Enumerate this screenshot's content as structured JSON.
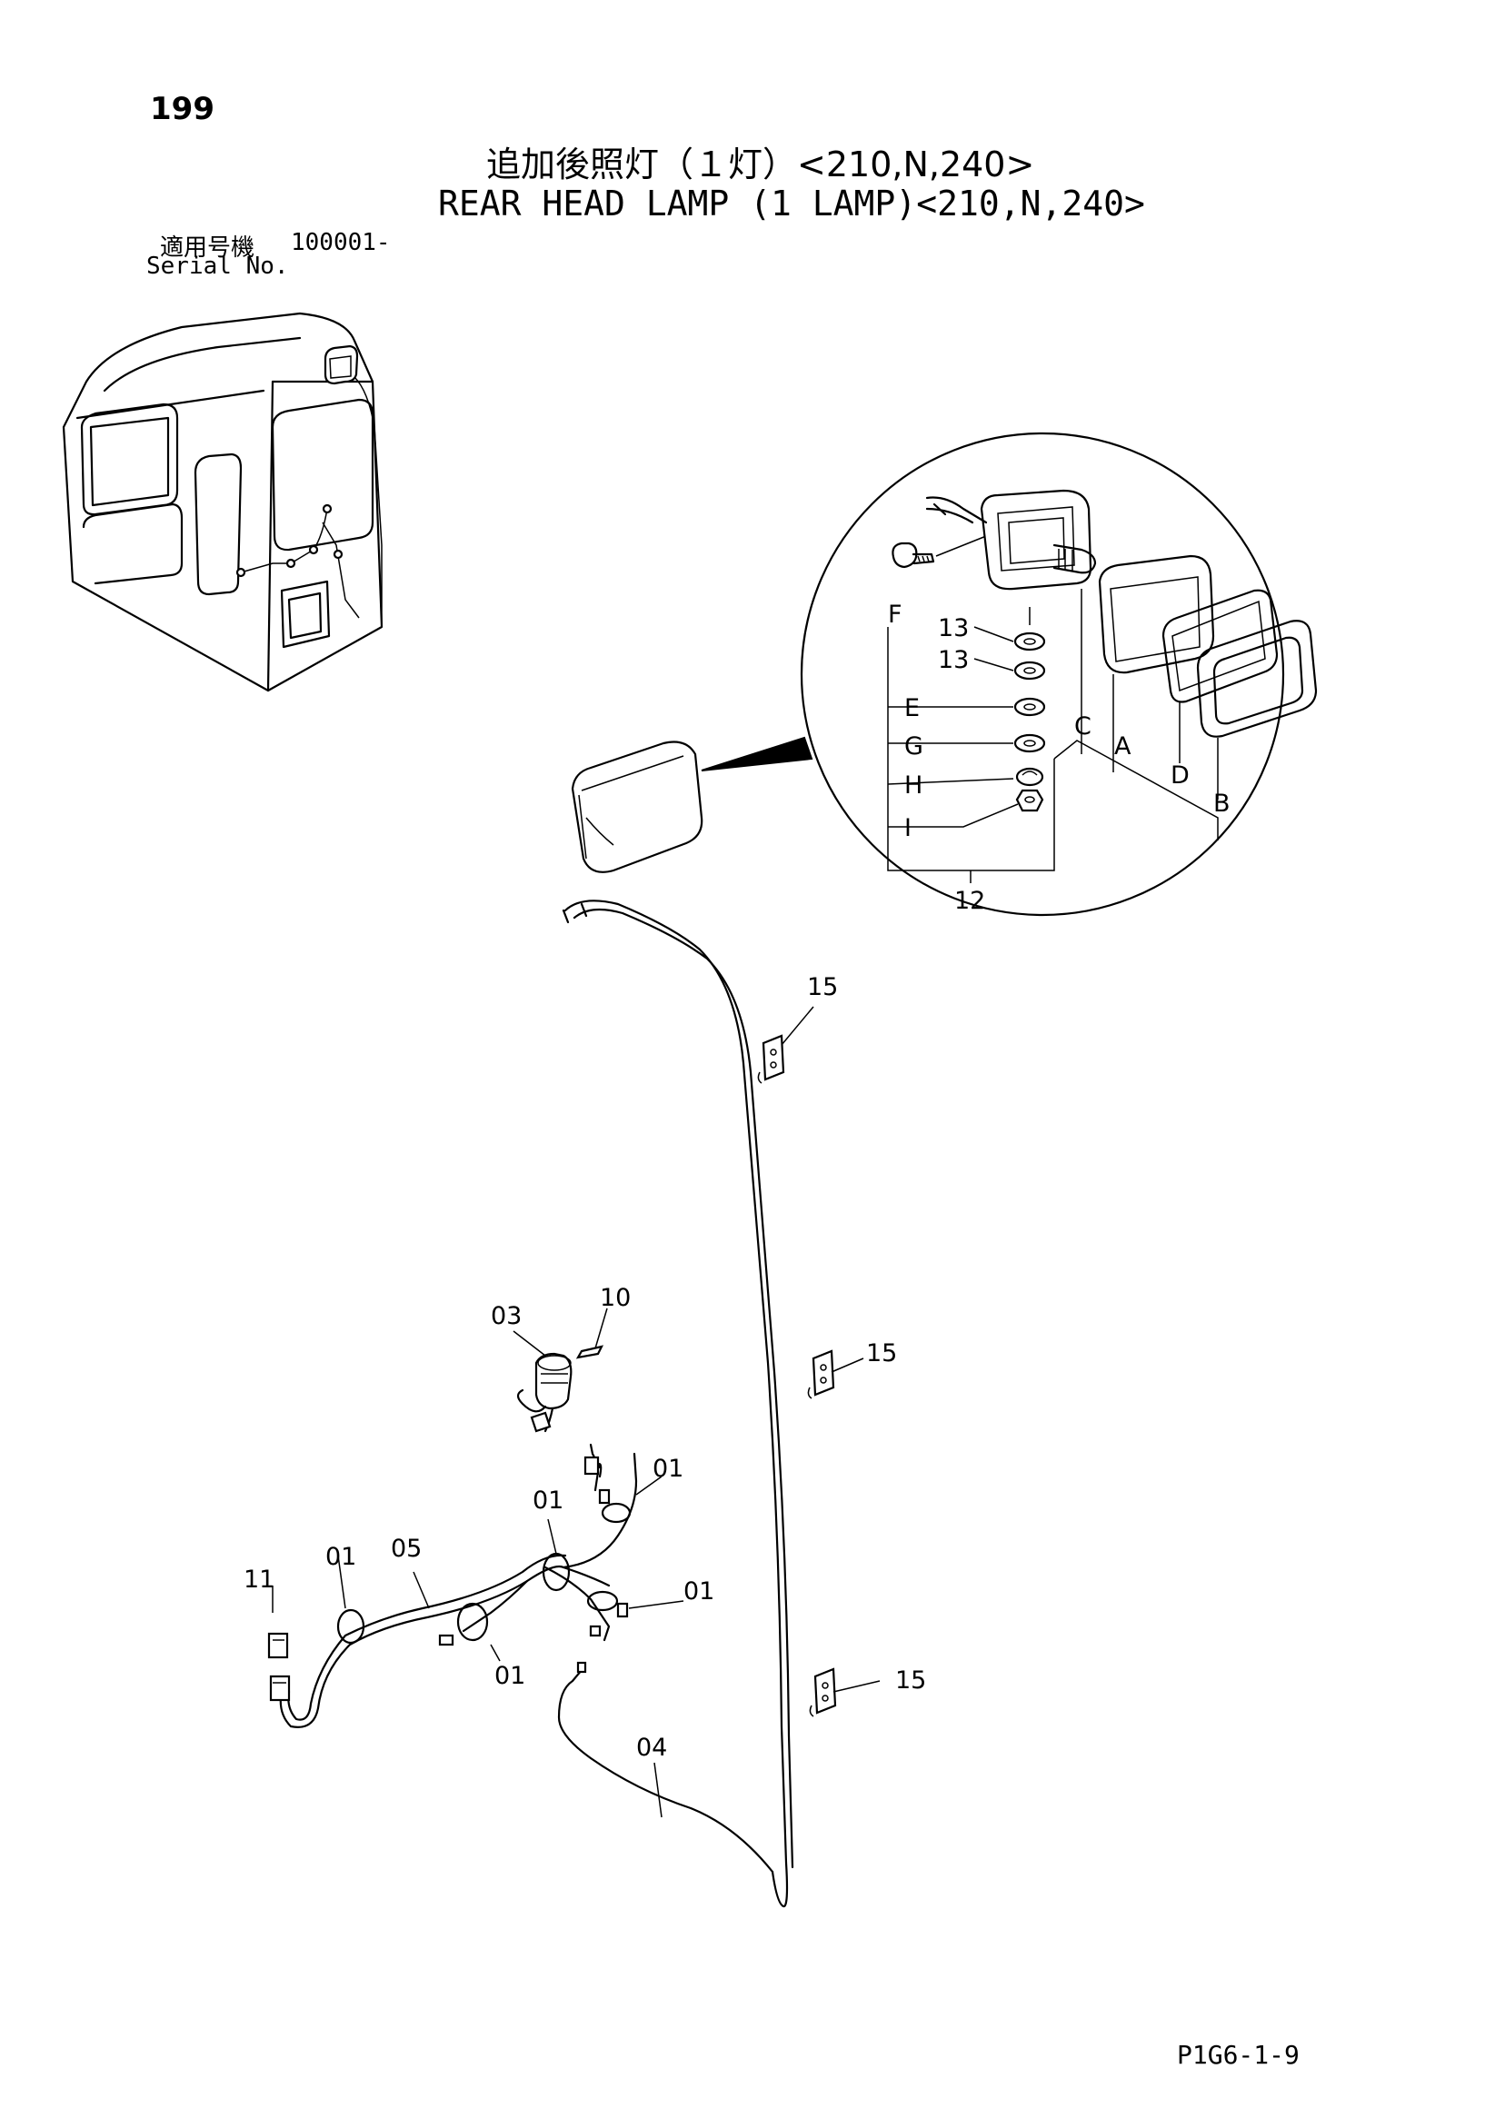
{
  "page_number": "199",
  "title_ja": "追加後照灯（１灯）<210,N,240>",
  "title_en": "REAR HEAD LAMP (1 LAMP)<210,N,240>",
  "serial": {
    "label_ja": "適用号機",
    "value": "100001-",
    "label_en": "Serial No."
  },
  "callouts": {
    "c12": "12",
    "c13a": "13",
    "c13b": "13",
    "A": "A",
    "B": "B",
    "C": "C",
    "D": "D",
    "E": "E",
    "F": "F",
    "G": "G",
    "H": "H",
    "I": "I",
    "c15a": "15",
    "c15b": "15",
    "c15c": "15",
    "c03": "03",
    "c10": "10",
    "c11": "11",
    "c05": "05",
    "c04": "04",
    "c01a": "01",
    "c01b": "01",
    "c01c": "01",
    "c01d": "01",
    "c01e": "01"
  },
  "footer_code": "P1G6-1-9"
}
